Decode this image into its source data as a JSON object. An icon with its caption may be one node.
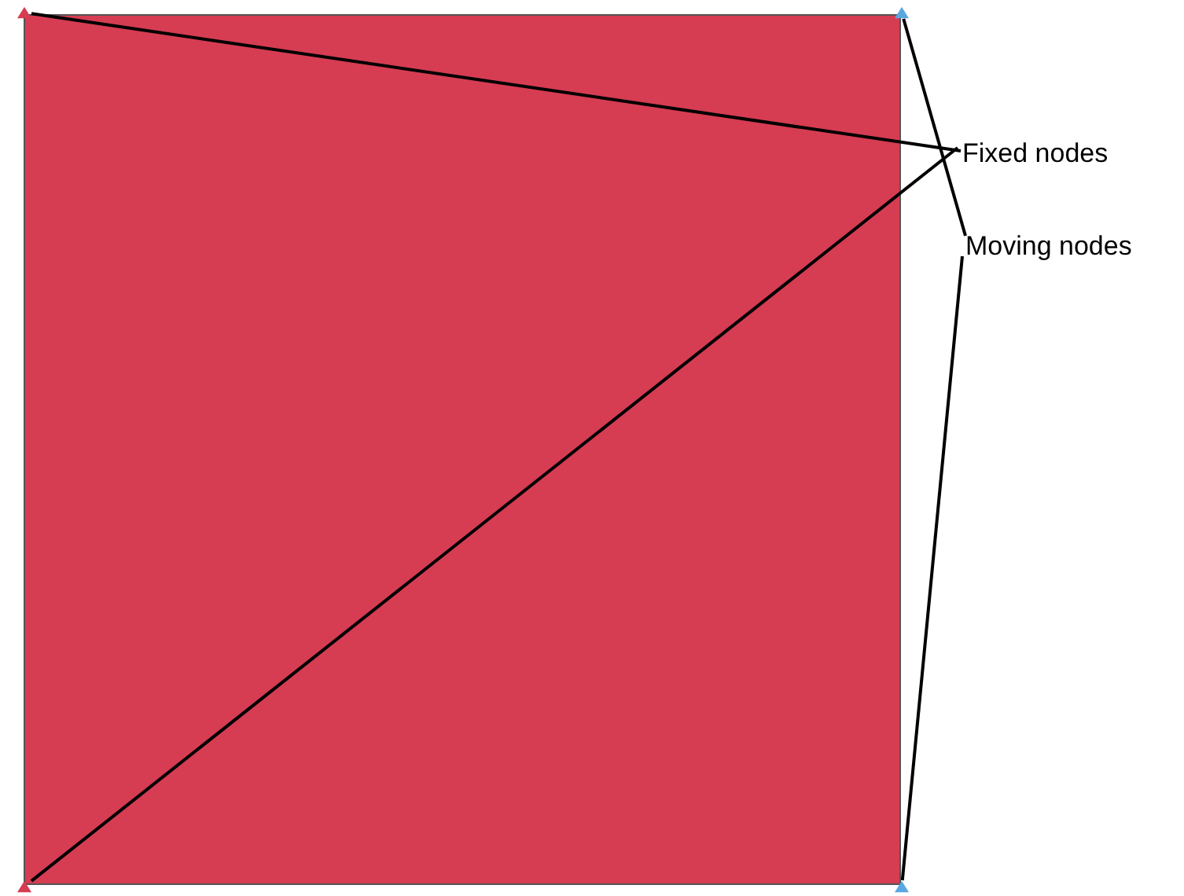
{
  "diagram": {
    "nodes": [
      {
        "text": [],
        "shape": "box"
      },
      {
        "text": [
          "Fixed nodes"
        ]
      },
      {
        "text": [
          "Moving nodes"
        ]
      },
      {
        "text": [],
        "shape": "triangle"
      },
      {
        "text": [],
        "shape": "triangle"
      },
      {
        "text": [],
        "shape": "triangle"
      },
      {
        "text": [],
        "shape": "triangle"
      }
    ],
    "edges": [
      {
        "from": 1,
        "to": 3,
        "arrow": "none"
      },
      {
        "from": 1,
        "to": 4,
        "arrow": "none"
      },
      {
        "from": 2,
        "to": 5,
        "arrow": "none"
      },
      {
        "from": 2,
        "to": 6,
        "arrow": "none"
      }
    ]
  }
}
